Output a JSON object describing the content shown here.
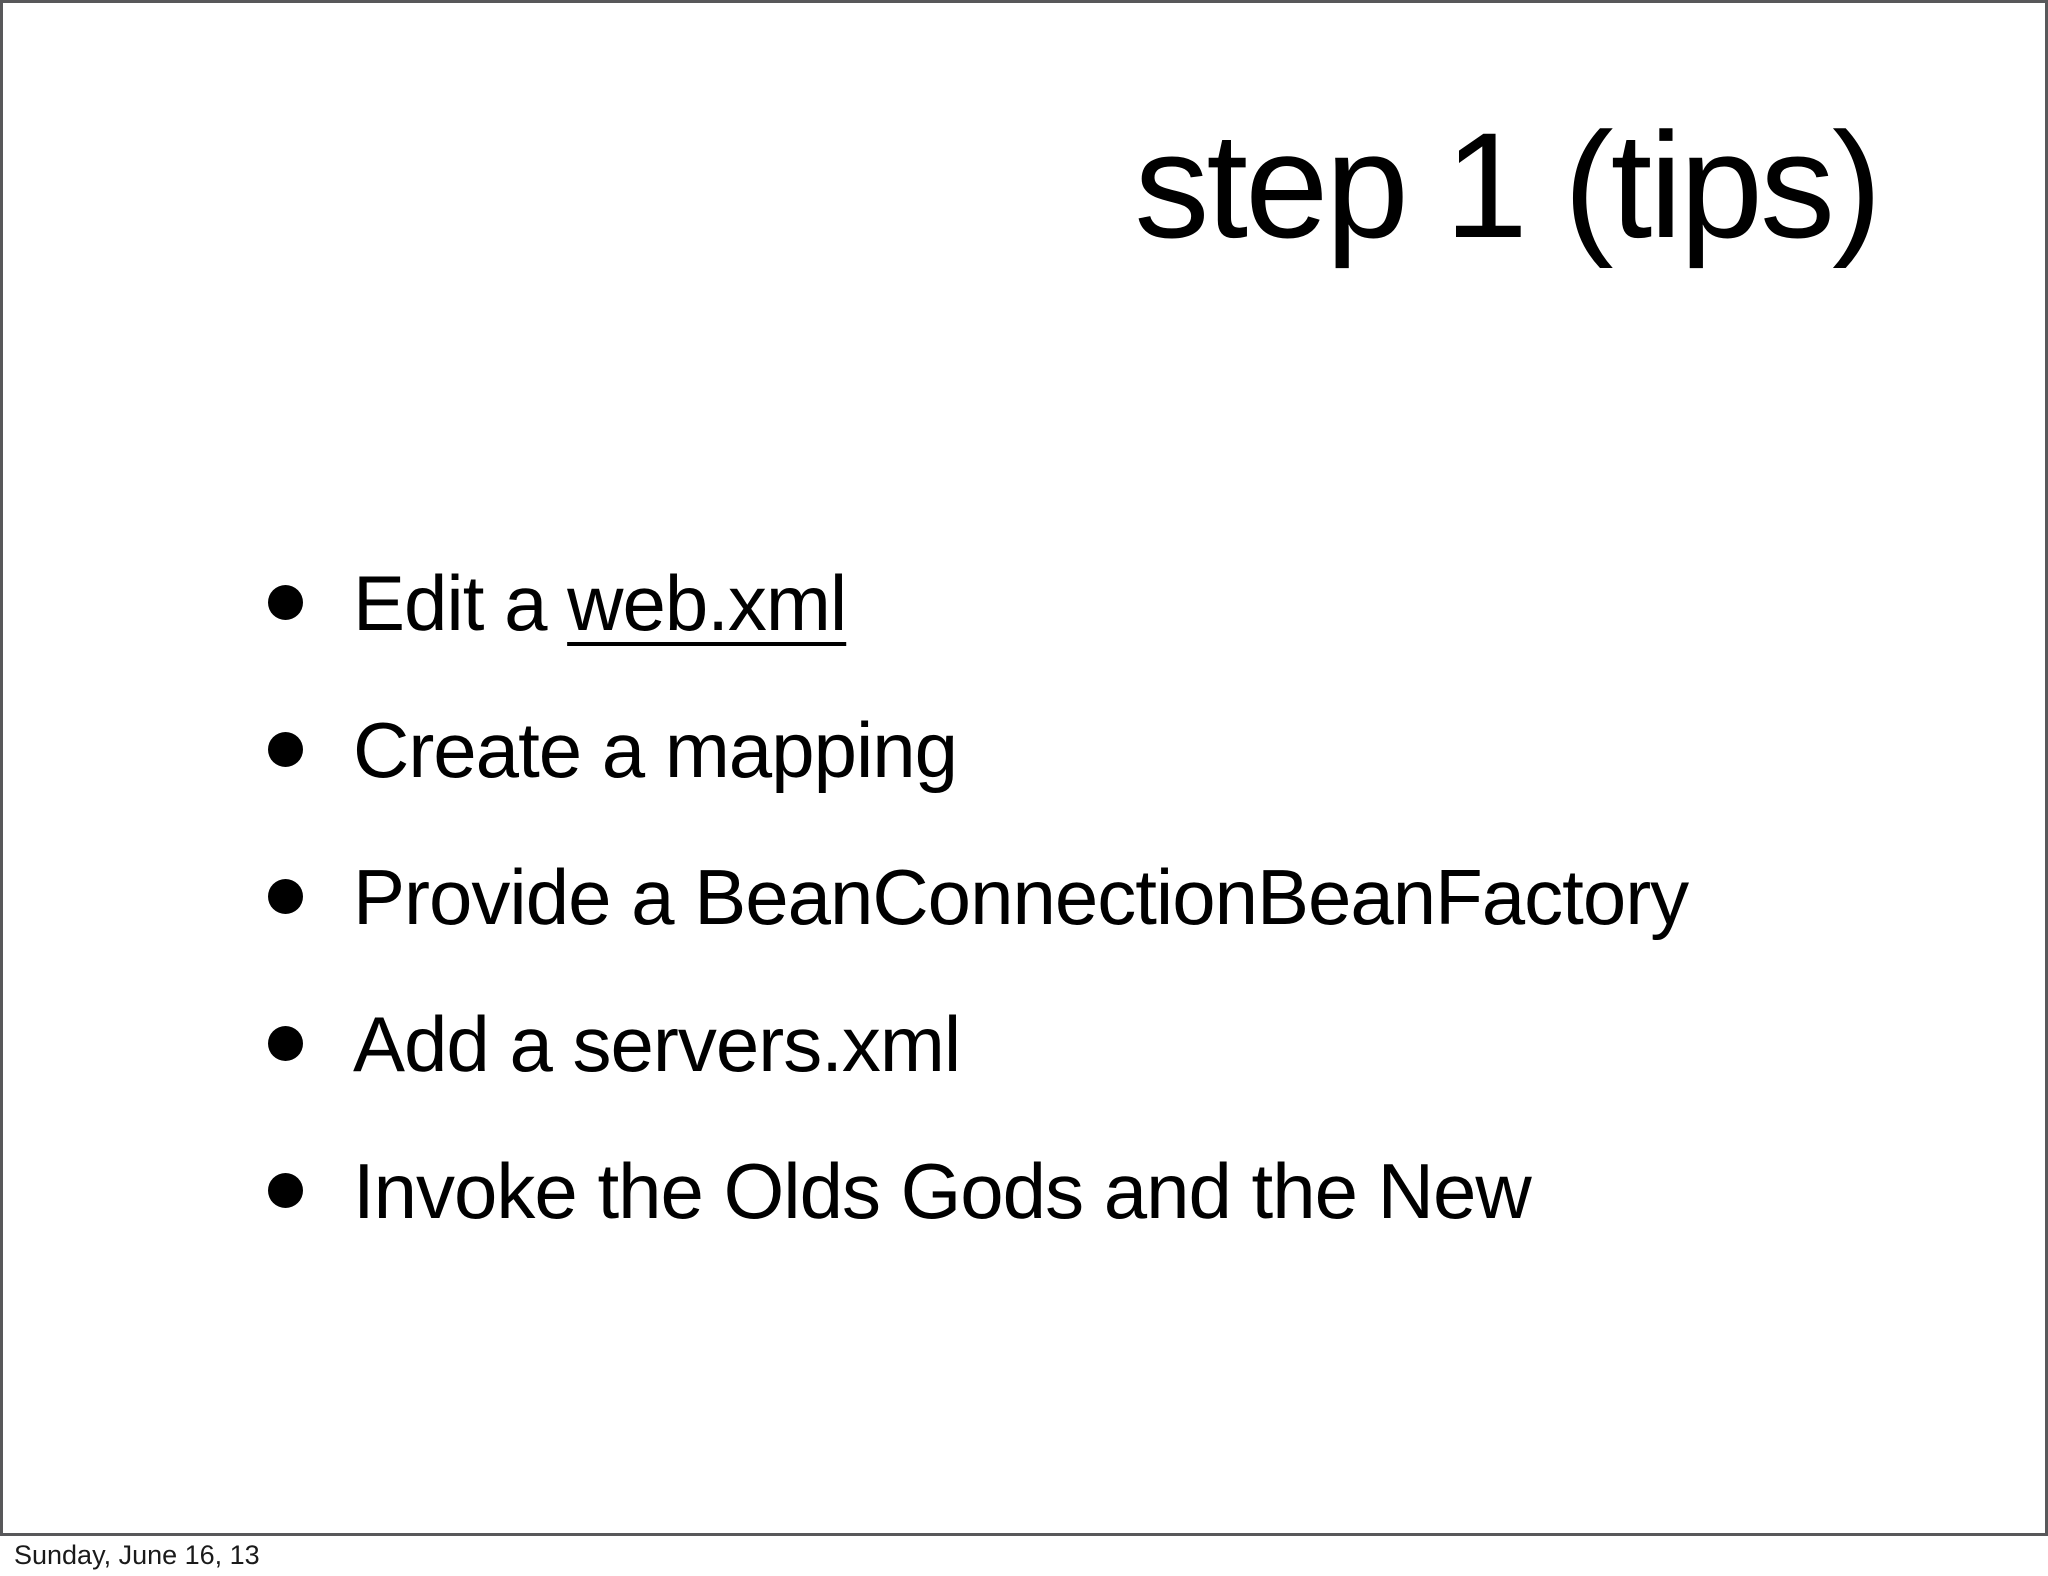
{
  "colors": {
    "background": "#ffffff",
    "text": "#000000",
    "frame_border": "#58585a",
    "footer_text": "#1a1a1a"
  },
  "slide": {
    "title": "step 1 (tips)",
    "bullet_icon": "filled-circle",
    "bullets": [
      {
        "pre": "Edit a ",
        "underlined": "web.xml"
      },
      {
        "text": "Create a mapping"
      },
      {
        "text": "Provide a BeanConnectionBeanFactory"
      },
      {
        "text": "Add a servers.xml"
      },
      {
        "text": "Invoke the Olds Gods and the New"
      }
    ]
  },
  "footer": {
    "date": "Sunday, June 16, 13"
  }
}
